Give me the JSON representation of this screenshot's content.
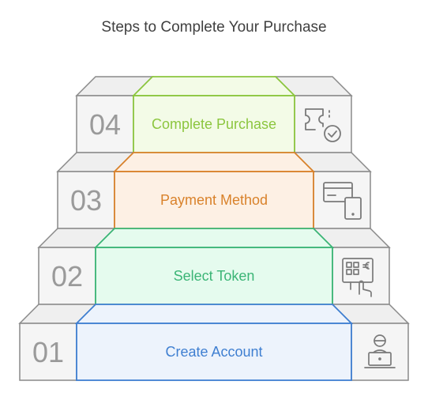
{
  "title": "Steps to Complete Your Purchase",
  "steps": [
    {
      "number": "01",
      "label": "Create Account",
      "icon": "user-laptop-icon",
      "color": "#3f7fd1",
      "fill": "#edf3fc"
    },
    {
      "number": "02",
      "label": "Select Token",
      "icon": "token-select-icon",
      "color": "#3bb576",
      "fill": "#e5fbee"
    },
    {
      "number": "03",
      "label": "Payment Method",
      "icon": "card-phone-icon",
      "color": "#d9822b",
      "fill": "#fdf0e4"
    },
    {
      "number": "04",
      "label": "Complete Purchase",
      "icon": "ticket-check-icon",
      "color": "#8cc63f",
      "fill": "#f3fbe7"
    }
  ]
}
